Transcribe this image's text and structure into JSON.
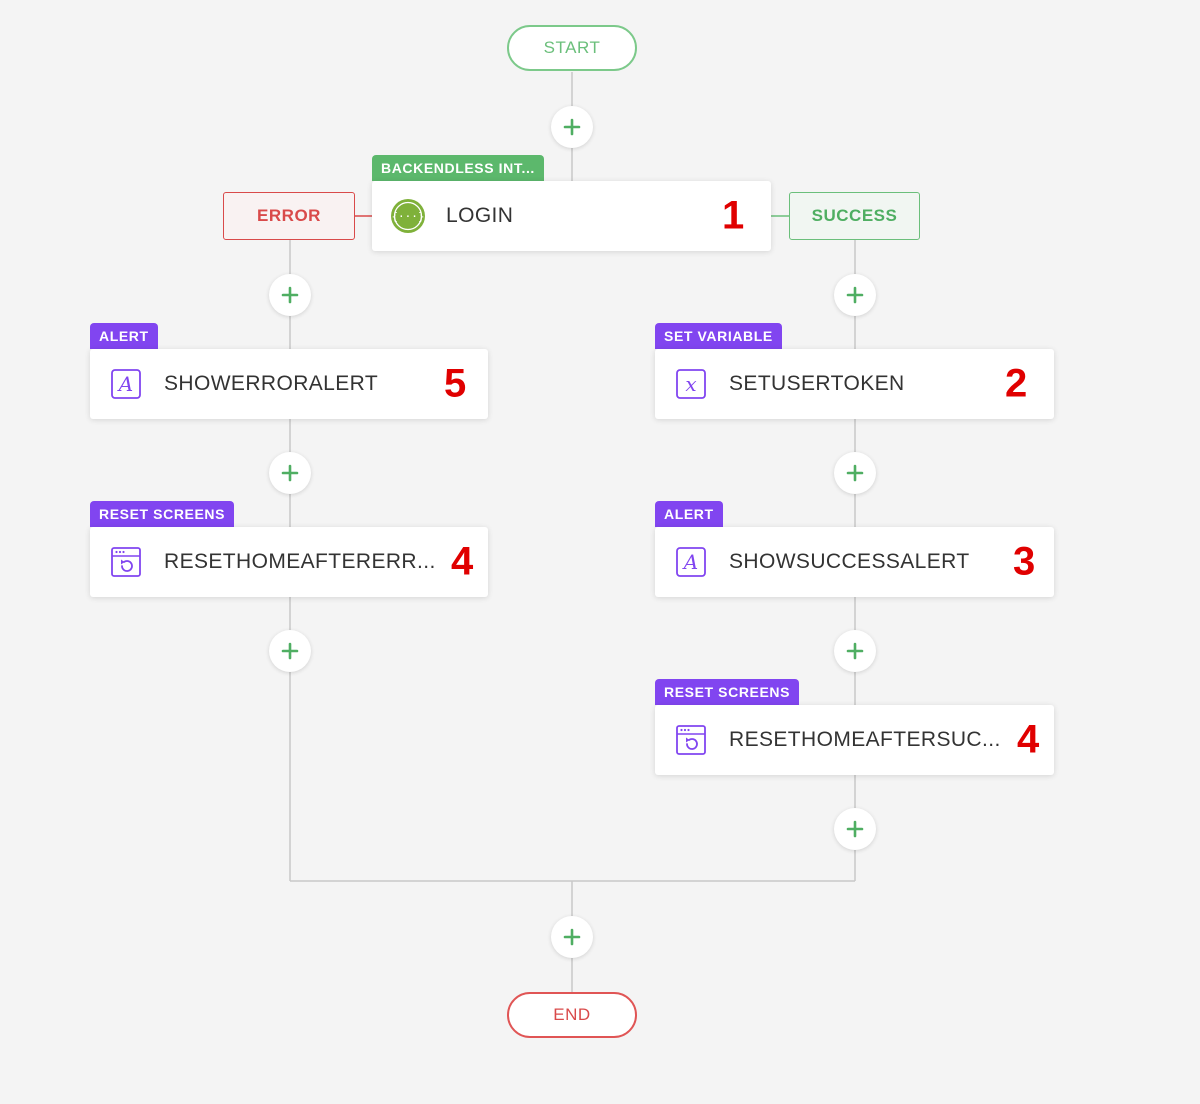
{
  "flow": {
    "start_label": "START",
    "end_label": "END",
    "branch_error_label": "ERROR",
    "branch_success_label": "SUCCESS"
  },
  "nodes": {
    "login": {
      "category": "BACKENDLESS INT...",
      "title": "LOGIN",
      "number": "1",
      "icon": "api-braces-icon"
    },
    "set_user_token": {
      "category": "SET VARIABLE",
      "title": "SETUSERTOKEN",
      "number": "2",
      "icon": "variable-icon"
    },
    "show_success_alert": {
      "category": "ALERT",
      "title": "SHOWSUCCESSALERT",
      "number": "3",
      "icon": "alert-icon"
    },
    "reset_home_after_success": {
      "category": "RESET SCREENS",
      "title": "RESETHOMEAFTERSUC...",
      "number": "4",
      "icon": "reset-screen-icon"
    },
    "show_error_alert": {
      "category": "ALERT",
      "title": "SHOWERRORALERT",
      "number": "5",
      "icon": "alert-icon"
    },
    "reset_home_after_error": {
      "category": "RESET SCREENS",
      "title": "RESETHOMEAFTERERR...",
      "number": "4",
      "icon": "reset-screen-icon"
    }
  },
  "colors": {
    "success_green": "#5cb86c",
    "error_red": "#d94a4a",
    "category_purple": "#8145f0",
    "annotation_red": "#e00000",
    "background": "#f4f4f4"
  }
}
